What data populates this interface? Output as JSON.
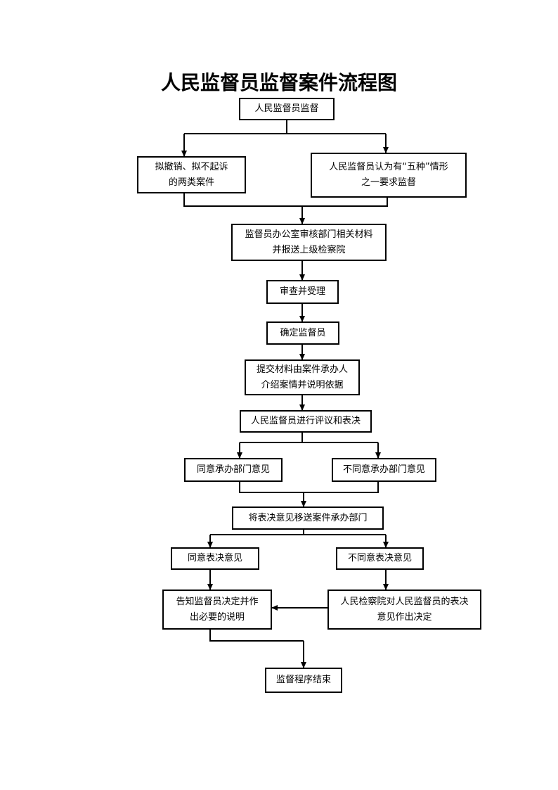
{
  "title": "人民监督员监督案件流程图",
  "nodes": {
    "start": "人民监督员监督",
    "case_types_a": "拟撤销、拟不起诉\n的两类案件",
    "case_types_b": "人民监督员认为有“五种”情形\n之一要求监督",
    "office_review": "监督员办公室审核部门相关材料\n并报送上级检察院",
    "review_accept": "审查并受理",
    "determine_supervisor": "确定监督员",
    "submit_materials": "提交材料由案件承办人\n介绍案情并说明依据",
    "deliberation": "人民监督员进行评议和表决",
    "agree_dept": "同意承办部门意见",
    "disagree_dept": "不同意承办部门意见",
    "send_to_dept": "将表决意见移送案件承办部门",
    "agree_vote": "同意表决意见",
    "disagree_vote": "不同意表决意见",
    "notify": "告知监督员决定并作\n出必要的说明",
    "procuratorate_decision": "人民检察院对人民监督员的表决\n意见作出决定",
    "end": "监督程序结束"
  }
}
